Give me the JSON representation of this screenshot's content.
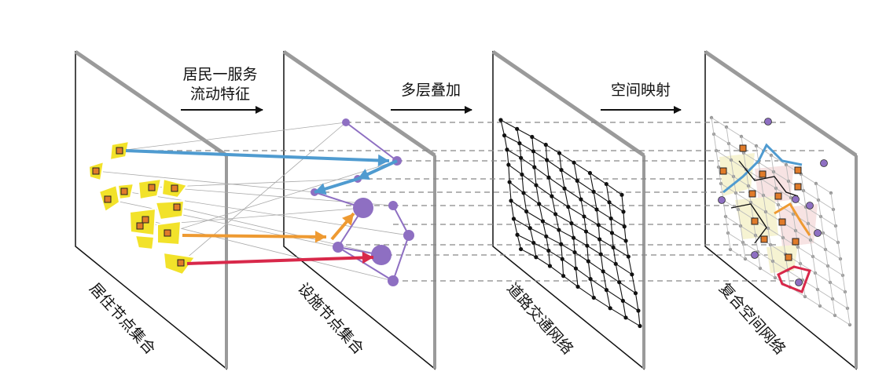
{
  "labels": {
    "step1_line1": "居民一服务",
    "step1_line2": "流动特征",
    "step2": "多层叠加",
    "step3": "空间映射"
  },
  "layers": [
    {
      "name": "居住节点集合"
    },
    {
      "name": "设施节点集合"
    },
    {
      "name": "道路交通网络"
    },
    {
      "name": "复合空间网络"
    }
  ],
  "colors": {
    "residential": "#f2e22a",
    "residential_point": "#e07b2a",
    "facility": "#8e6fc2",
    "flow_blue": "#4f9bd0",
    "flow_orange": "#ee9a32",
    "flow_red": "#d8284a",
    "road": "#111111",
    "panel_edge": "#9a9a9a"
  }
}
